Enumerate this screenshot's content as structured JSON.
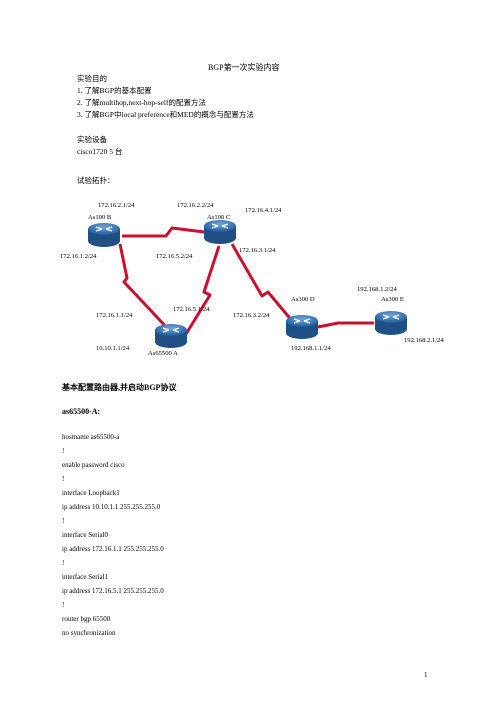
{
  "title": "BGP第一次实验内容",
  "purpose": {
    "heading": "实验目的",
    "items": [
      "1.   了解BGP的基本配置",
      "2.   了解multihop,next-hop-self的配置方法",
      "3.   了解BGP中local preference和MED的概念与配置方法"
    ]
  },
  "equipment": {
    "heading": "实验设备",
    "line": "cisco1720       5 台"
  },
  "topology": {
    "heading": "试验拓扑：",
    "routers": {
      "b": "As100 B",
      "c": "As100 C",
      "d": "As300 D",
      "e": "As300 E",
      "a": "As65500 A"
    },
    "labels": {
      "b_top": "172.16.2.1/24",
      "c_top": "172.16.2.2/24",
      "c_top2": "172.16.4.1/24",
      "b_left": "172.16.1.2/24",
      "c_left": "172.16.5.2/24",
      "c_right": "172.16.3.1/24",
      "e_top": "192.168.1.2/24",
      "a_top": "172.16.5.1/24",
      "a_left": "172.16.1.1/24",
      "d_left": "172.16.3.2/24",
      "a_bottom": "10.10.1.1/24",
      "d_bottom": "192.168.1.1/24",
      "e_bottom": "192.168.2.1/24"
    }
  },
  "config_heading": "基本配置路由器,并启动BGP协议",
  "config_device": "as65500-A:",
  "config_lines": [
    "hostname as65500-a",
    "!",
    "enable password cisco",
    "!",
    "interface Loopback1",
    "  ip address 10.10.1.1 255.255.255.0",
    "!",
    "interface Serial0",
    "  ip address 172.16.1.1 255.255.255.0",
    "!",
    "interface Serial1",
    "  ip address 172.16.5.1 255.255.255.0",
    "!",
    "router bgp 65500",
    "  no synchronization"
  ],
  "page_number": "1",
  "colors": {
    "link": "#c8102e",
    "router_body": "#2f74b5",
    "router_dark": "#1f4f84"
  }
}
